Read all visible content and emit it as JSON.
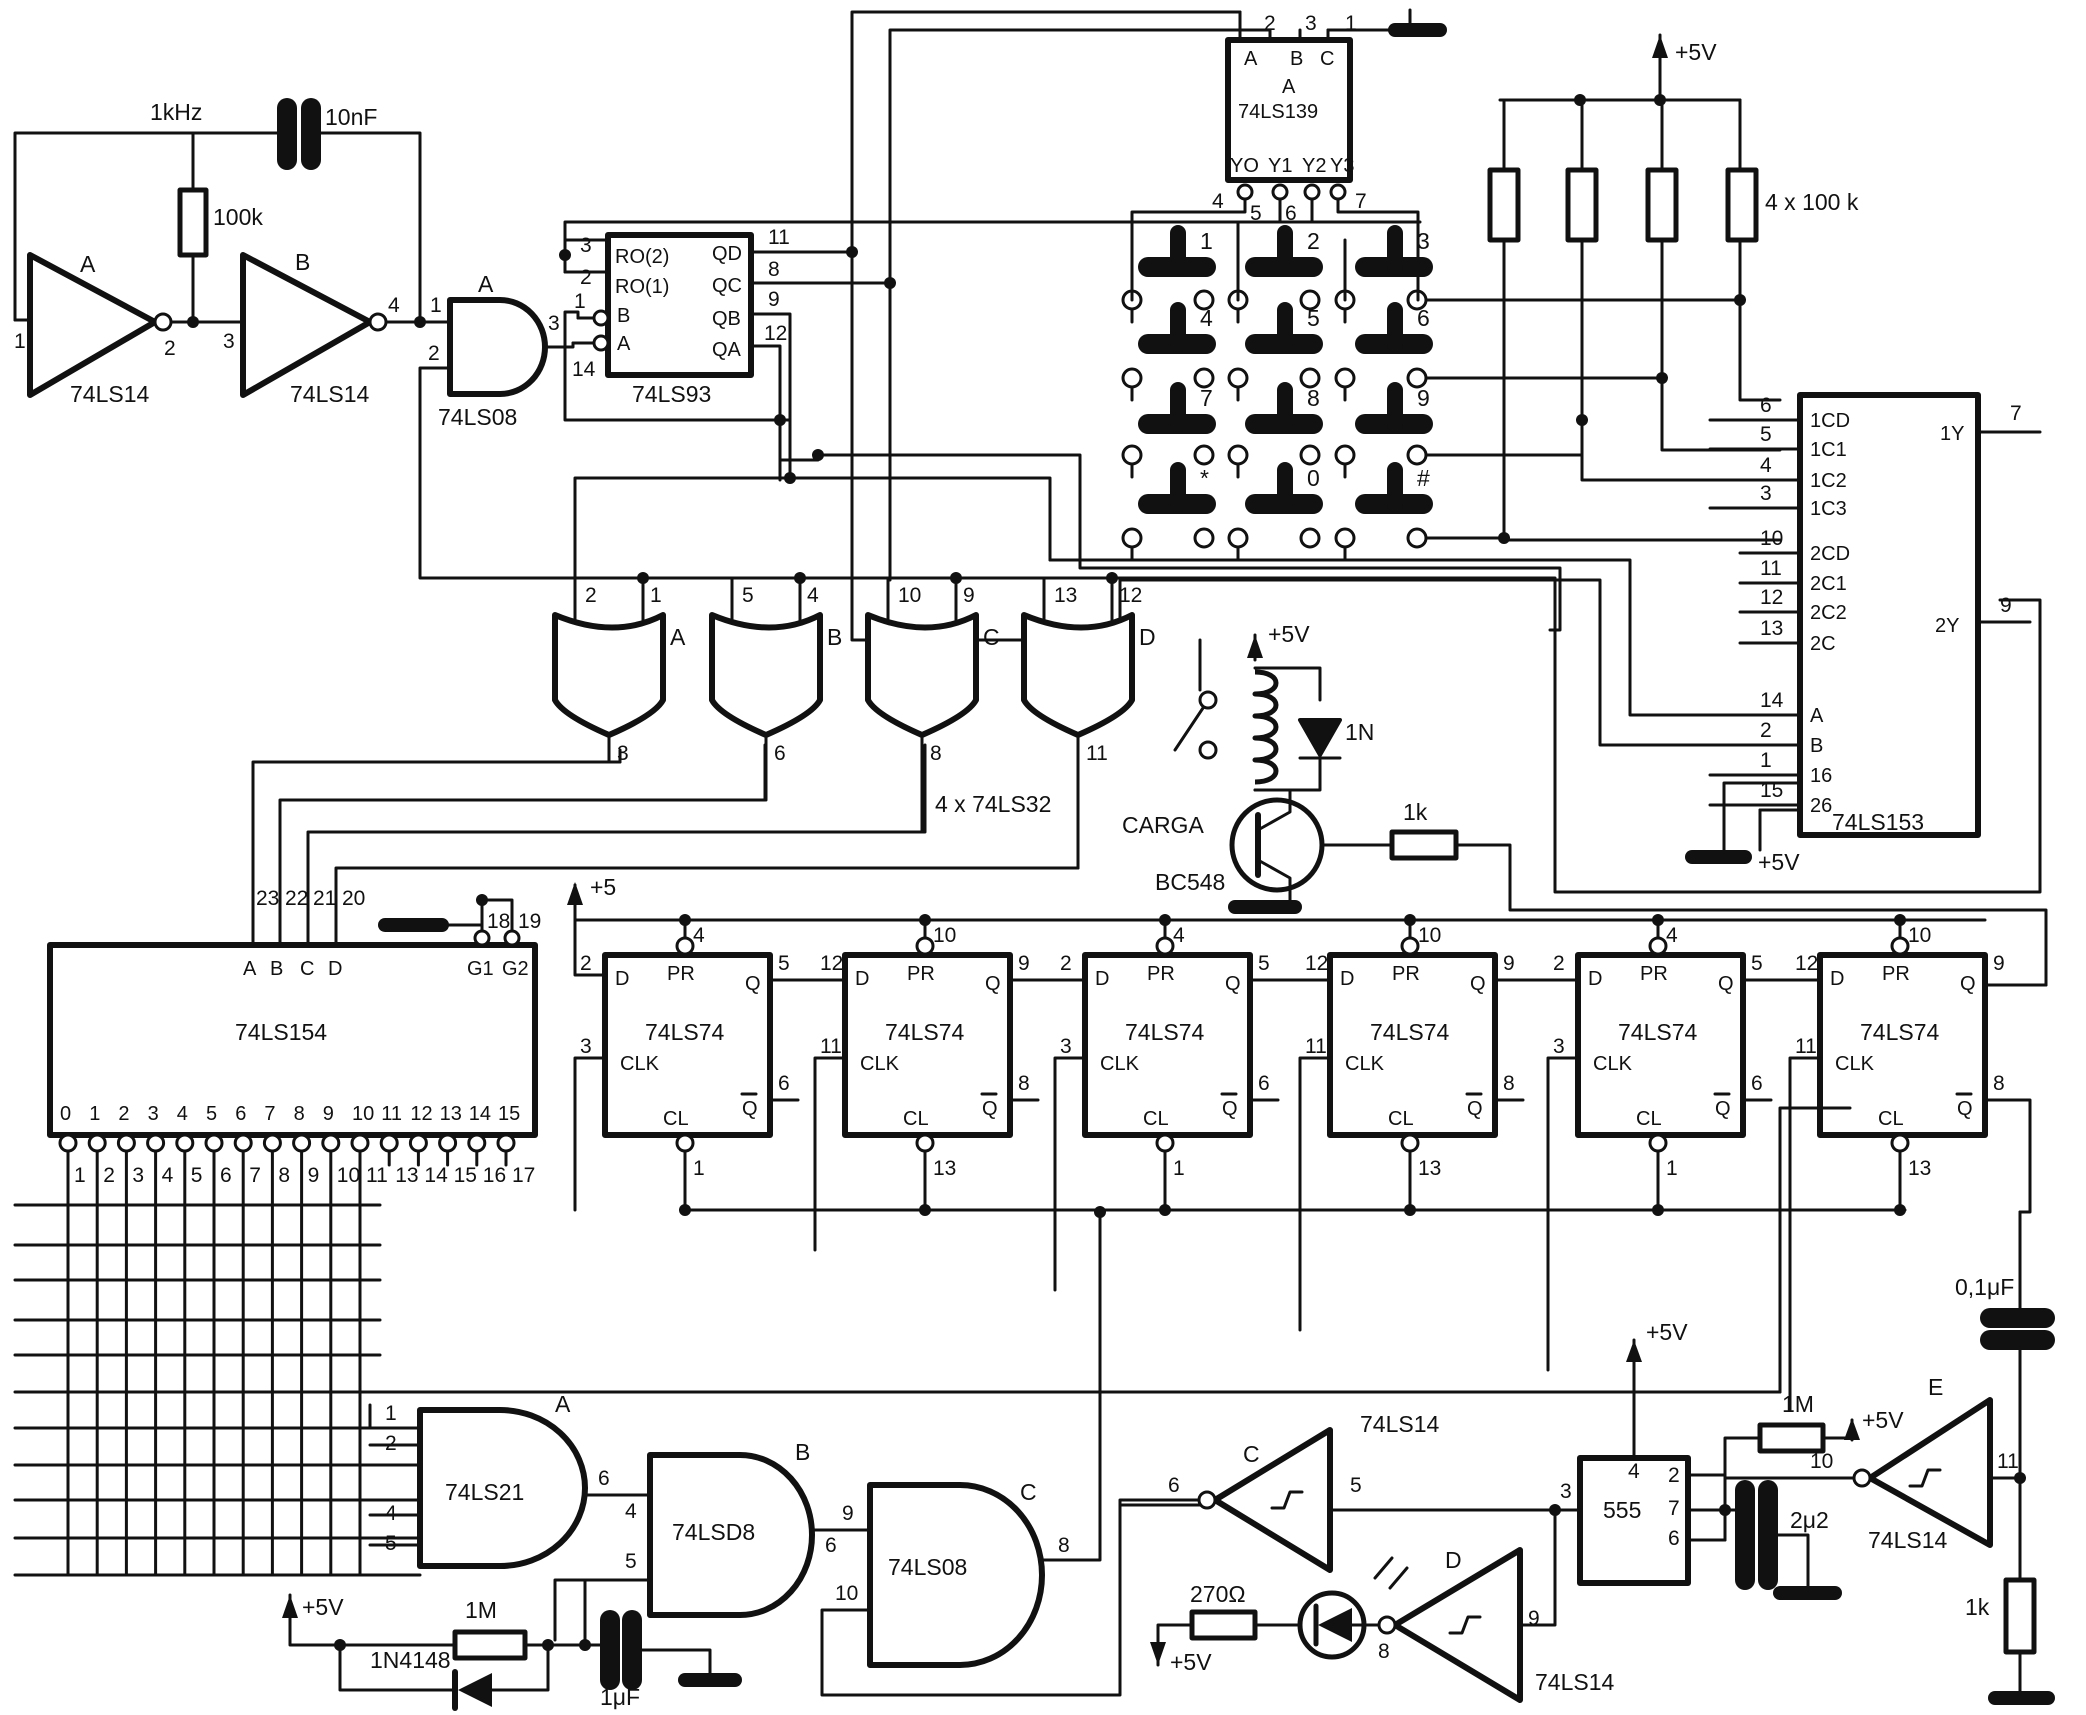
{
  "labels": {
    "osc_freq": "1kHz",
    "osc_cap": "10nF",
    "osc_res": "100k",
    "ls14": "74LS14",
    "gate_a": "A",
    "gate_b": "B",
    "gate_c": "C",
    "gate_d": "D",
    "gate_e": "E",
    "ls08": "74LS08",
    "ls08_typo": "74LSD8",
    "ls93": "74LS93",
    "ls93_pins": [
      "RO(2)",
      "RO(1)",
      "B",
      "A",
      "QD",
      "QC",
      "QB",
      "QA"
    ],
    "ls139": "74LS139",
    "ls139_inputs": [
      "A",
      "B",
      "C"
    ],
    "ls139_outputs": [
      "YO",
      "Y1",
      "Y2",
      "Y3"
    ],
    "vcc": "+5V",
    "vcc_short": "+5",
    "pullups": "4 x 100 k",
    "ls153": "74LS153",
    "ls153_left": [
      "1CD",
      "1C1",
      "1C2",
      "1C3",
      "2CD",
      "2C1",
      "2C2",
      "2C",
      "A",
      "B",
      "16",
      "26"
    ],
    "ls153_right": [
      "1Y",
      "2Y"
    ],
    "ls32": "4 x 74LS32",
    "relay_diode": "1N",
    "load": "CARGA",
    "transistor": "BC548",
    "base_res": "1k",
    "ls154": "74LS154",
    "ls154_inputs": [
      "A",
      "B",
      "C",
      "D",
      "G1",
      "G2"
    ],
    "ls154_outputs": [
      "0",
      "1",
      "2",
      "3",
      "4",
      "5",
      "6",
      "7",
      "8",
      "9",
      "10",
      "11",
      "12",
      "13",
      "14",
      "15"
    ],
    "ls74": "74LS74",
    "ff_pins": [
      "D",
      "PR",
      "Q",
      "CLK",
      "CL",
      "Q"
    ],
    "ls21": "74LS21",
    "timer": "555",
    "timer_cap": "2μ2",
    "timer_res": "1M",
    "coupling_cap": "0,1μF",
    "out_res": "1k",
    "led_res": "270Ω",
    "por_res": "1M",
    "por_diode": "1N4148",
    "por_cap": "1μF",
    "keys": [
      "1",
      "2",
      "3",
      "4",
      "5",
      "6",
      "7",
      "8",
      "9",
      "*",
      "0",
      "#"
    ]
  },
  "pins": {
    "inv_a_in": "1",
    "inv_a_out": "2",
    "inv_b_in": "3",
    "inv_b_out": "4",
    "and_in1": "1",
    "and_in2": "2",
    "and_out": "3",
    "ctr_r2": "3",
    "ctr_r1": "2",
    "ctr_b": "1",
    "ctr_a": "14",
    "ctr_qd": "11",
    "ctr_qc": "8",
    "ctr_qb": "9",
    "ctr_qa": "12",
    "dec_in": [
      "2",
      "3",
      "1"
    ],
    "dec_out": [
      "4",
      "5",
      "6",
      "7"
    ],
    "mux_left": [
      "6",
      "5",
      "4",
      "3",
      "10",
      "11",
      "12",
      "13",
      "14",
      "2",
      "1",
      "15"
    ],
    "mux_right": [
      "7",
      "9"
    ],
    "or_in": [
      "2",
      "1",
      "5",
      "4",
      "10",
      "9",
      "13",
      "12"
    ],
    "or_out": [
      "3",
      "6",
      "8",
      "11"
    ],
    "d154_in": [
      "23",
      "22",
      "21",
      "20"
    ],
    "d154_en": [
      "18",
      "19"
    ],
    "d154_out": [
      "1",
      "2",
      "3",
      "4",
      "5",
      "6",
      "7",
      "8",
      "9",
      "10",
      "11",
      "13",
      "14",
      "15",
      "16",
      "17"
    ],
    "ff": [
      {
        "d": "2",
        "pr": "4",
        "q": "5",
        "clk": "3",
        "cl": "1",
        "qn": "6"
      },
      {
        "d": "12",
        "pr": "10",
        "q": "9",
        "clk": "11",
        "cl": "13",
        "qn": "8"
      },
      {
        "d": "2",
        "pr": "4",
        "q": "5",
        "clk": "3",
        "cl": "1",
        "qn": "6"
      },
      {
        "d": "12",
        "pr": "10",
        "q": "9",
        "clk": "11",
        "cl": "13",
        "qn": "8"
      },
      {
        "d": "2",
        "pr": "4",
        "q": "5",
        "clk": "3",
        "cl": "1",
        "qn": "6"
      },
      {
        "d": "12",
        "pr": "10",
        "q": "9",
        "clk": "11",
        "cl": "13",
        "qn": "8"
      }
    ],
    "ls21_in": [
      "1",
      "2",
      "4",
      "5"
    ],
    "ls21_out": "6",
    "and_b_in": [
      "4",
      "5"
    ],
    "and_b_out": "6",
    "and_c_in": [
      "9",
      "10"
    ],
    "and_c_out": "8",
    "inv_c_in": "5",
    "inv_c_out": "6",
    "inv_d_in": "9",
    "inv_d_out": "8",
    "inv_e_in": "11",
    "inv_e_out": "10",
    "t555": [
      "4",
      "2",
      "7",
      "6",
      "3"
    ]
  }
}
